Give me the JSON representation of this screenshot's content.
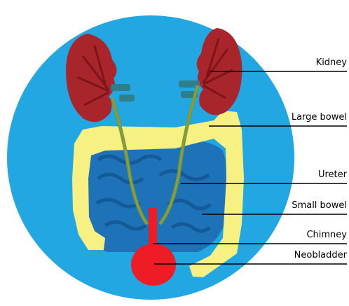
{
  "labels": {
    "kidney": "Kidney",
    "large_bowel": "Large bowel",
    "ureter": "Ureter",
    "small_bowel": "Small bowel",
    "chimney": "Chimney",
    "neobladder": "Neobladder"
  },
  "colors": {
    "background_circle": "#22a7e3",
    "kidney": "#a8262b",
    "kidney_dark": "#7e1418",
    "large_bowel": "#f7f082",
    "small_bowel": "#1e72b8",
    "small_bowel_dark": "#145a97",
    "ureter": "#54a93c",
    "vessel": "#2e7f8e",
    "neobladder": "#ee1c25",
    "leader_line": "#000000"
  }
}
